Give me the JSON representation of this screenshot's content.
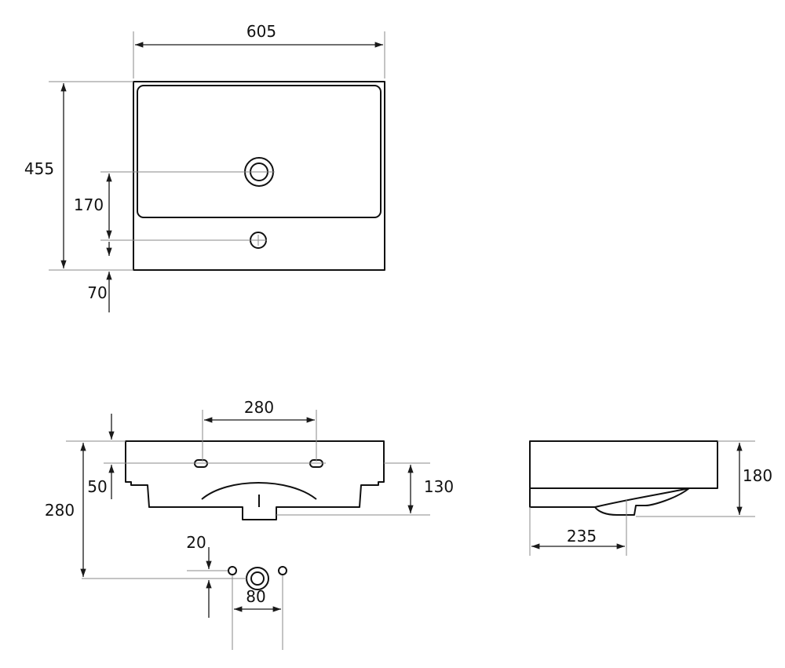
{
  "colors": {
    "line": "#111111",
    "extension": "#8a8a8a",
    "background": "#ffffff"
  },
  "dimensions": {
    "top_width": "605",
    "top_depth": "455",
    "drain_offset": "170",
    "tap_offset": "70",
    "front_hole_spacing": "280",
    "front_rim_thickness": "50",
    "front_total_height": "280",
    "front_body_height": "130",
    "outlet_offset": "20",
    "outlet_spacing": "80",
    "side_height": "180",
    "side_drain_depth": "235"
  }
}
